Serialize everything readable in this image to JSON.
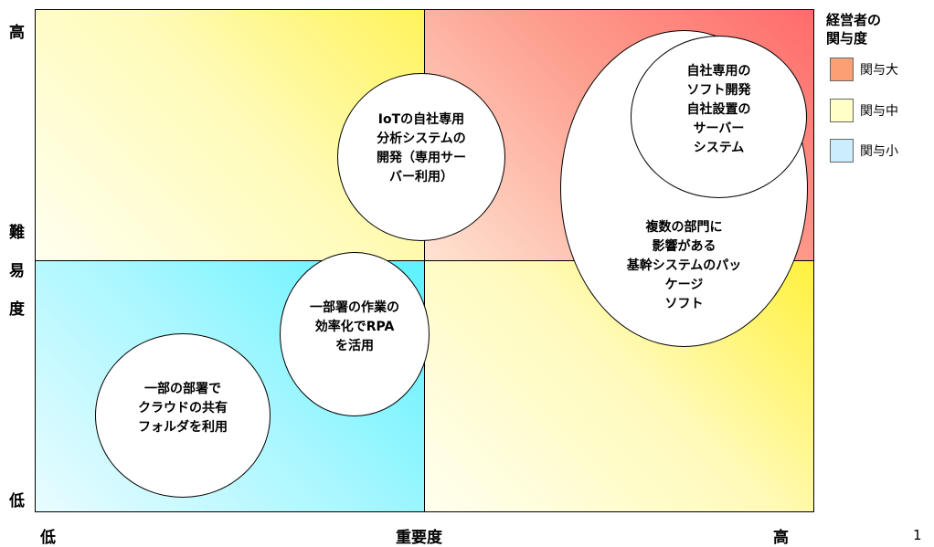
{
  "axes": {
    "y_high": "高",
    "y_low": "低",
    "y_title_chars": [
      "難",
      "易",
      "度"
    ],
    "x_low": "低",
    "x_title": "重要度",
    "x_high": "高"
  },
  "legend": {
    "title": "経営者の\n関与度",
    "items": [
      {
        "label": "関与大",
        "color": "#fb9f74"
      },
      {
        "label": "関与中",
        "color": "#ffffc8"
      },
      {
        "label": "関与小",
        "color": "#cbedfd"
      }
    ]
  },
  "bubbles": {
    "iot": "IoTの自社専用\n分析システムの\n開発（専用サー\nバー利用）",
    "rpa": "一部署の作業の\n効率化でRPA\nを活用",
    "cloud": "一部の部署で\nクラウドの共有\nフォルダを利用",
    "core": "複数の部門に\n影響がある\n基幹システムのパッ\nケージ\nソフト",
    "inhouse": "自社専用の\nソフト開発\n自社設置の\nサーバー\nシステム"
  },
  "page_number": "1"
}
